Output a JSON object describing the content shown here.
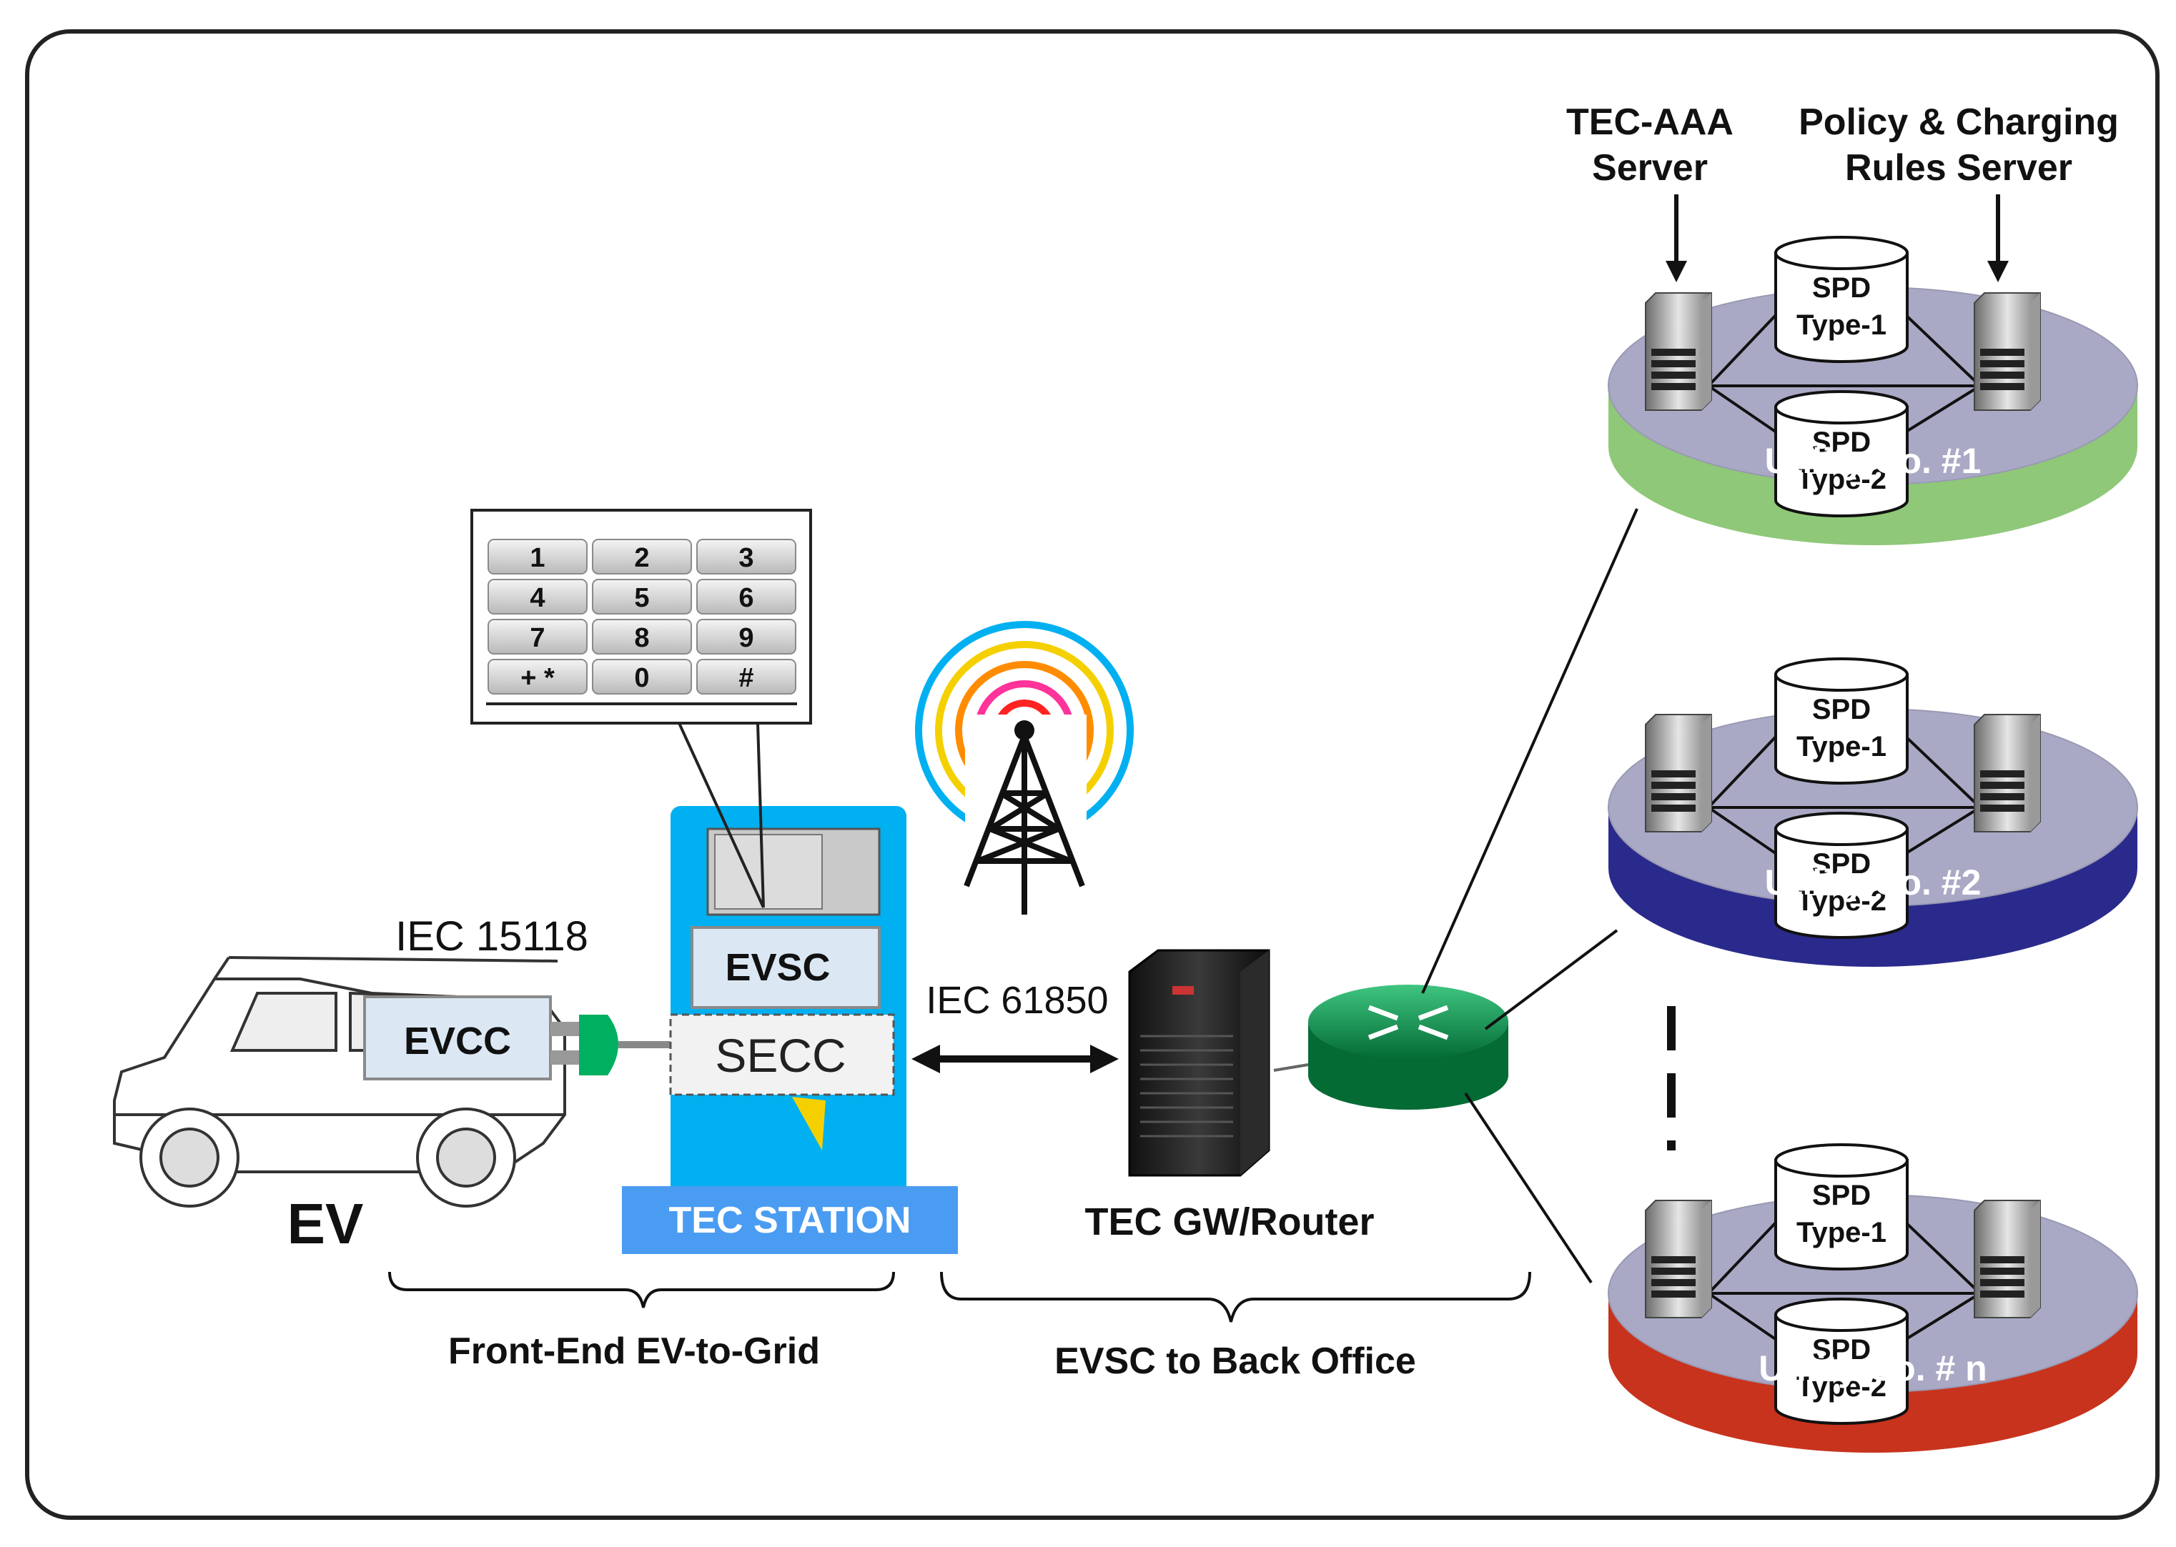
{
  "labels": {
    "ev": "EV",
    "evcc": "EVCC",
    "iec15118": "IEC 15118",
    "evsc": "EVSC",
    "secc": "SECC",
    "tec_station": "TEC STATION",
    "iec61850": "IEC 61850",
    "gw_router": "TEC GW/Router",
    "front_end": "Front-End EV-to-Grid",
    "back_office": "EVSC to Back Office",
    "aaa_line1": "TEC-AAA",
    "aaa_line2": "Server",
    "pcrs_line1": "Policy & Charging",
    "pcrs_line2": "Rules Server"
  },
  "keypad": [
    "1",
    "2",
    "3",
    "4",
    "5",
    "6",
    "7",
    "8",
    "9",
    "+ *",
    "0",
    "#"
  ],
  "utilities": [
    {
      "name": "Utility Co. #1",
      "spd1_a": "SPD",
      "spd1_b": "Type-1",
      "spd2_a": "SPD",
      "spd2_b": "Type-2",
      "color": "#8fc878"
    },
    {
      "name": "Utility Co. #2",
      "spd1_a": "SPD",
      "spd1_b": "Type-1",
      "spd2_a": "SPD",
      "spd2_b": "Type-2",
      "color": "#2a2a8c"
    },
    {
      "name": "Utility Co. # n",
      "spd1_a": "SPD",
      "spd1_b": "Type-1",
      "spd2_a": "SPD",
      "spd2_b": "Type-2",
      "color": "#c8331d"
    }
  ],
  "colors": {
    "station": "#00b0f0",
    "station_base": "#4a9cf2",
    "router": "#0a8a4a",
    "plug": "#00b060"
  }
}
